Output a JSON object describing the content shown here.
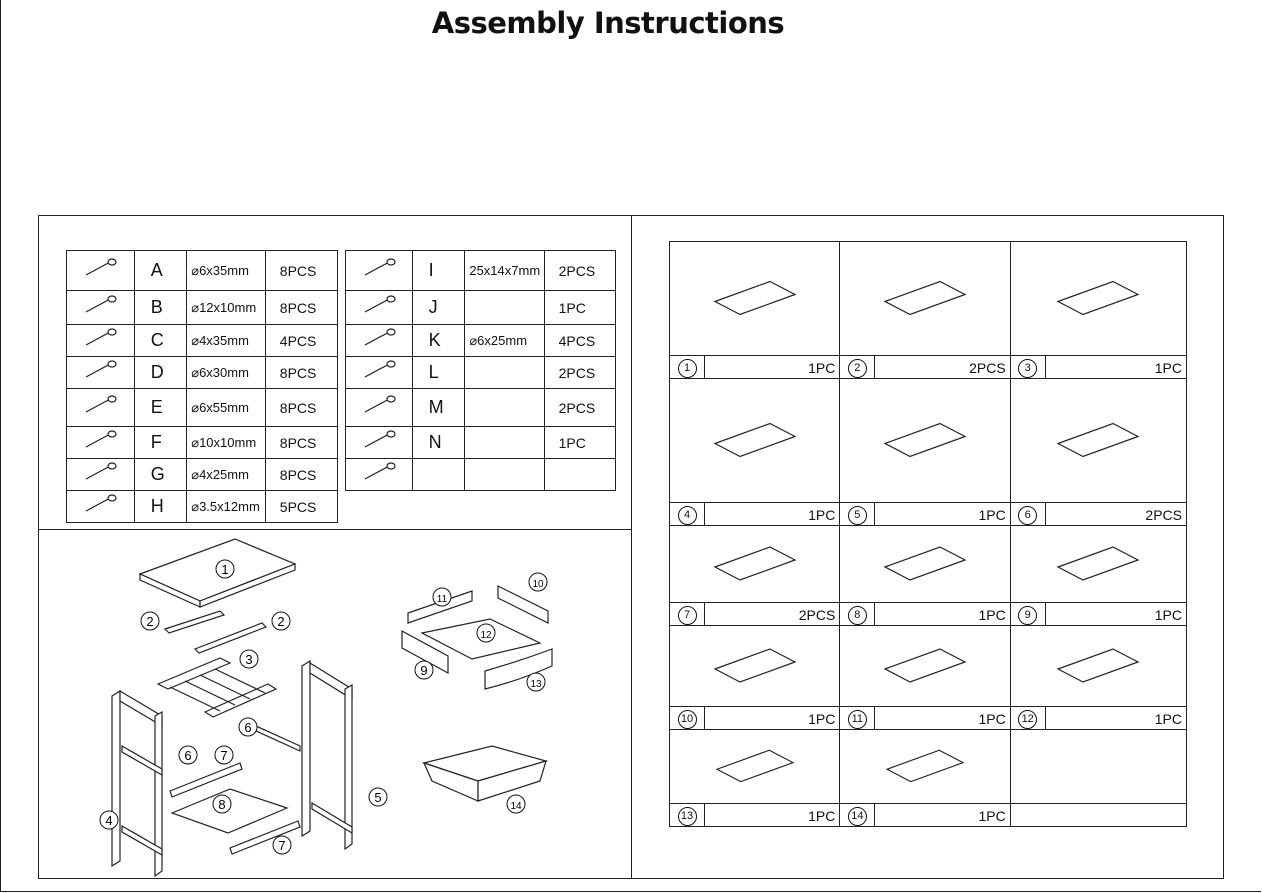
{
  "title": "Assembly Instructions",
  "hardware_left": [
    {
      "icon": "cam-bolt-icon",
      "letter": "A",
      "size": "⌀6x35mm",
      "qty": "8PCS"
    },
    {
      "icon": "cam-lock-icon",
      "letter": "B",
      "size": "⌀12x10mm",
      "qty": "8PCS"
    },
    {
      "icon": "screw-icon",
      "letter": "C",
      "size": "⌀4x35mm",
      "qty": "4PCS"
    },
    {
      "icon": "wood-dowel-icon",
      "letter": "D",
      "size": "⌀6x30mm",
      "qty": "8PCS"
    },
    {
      "icon": "long-screw-icon",
      "letter": "E",
      "size": "⌀6x55mm",
      "qty": "8PCS"
    },
    {
      "icon": "barrel-nut-icon",
      "letter": "F",
      "size": "⌀10x10mm",
      "qty": "8PCS"
    },
    {
      "icon": "short-screw-icon",
      "letter": "G",
      "size": "⌀4x25mm",
      "qty": "8PCS"
    },
    {
      "icon": "small-screw-icon",
      "letter": "H",
      "size": "⌀3.5x12mm",
      "qty": "5PCS"
    }
  ],
  "hardware_right": [
    {
      "icon": "rail-icon",
      "letter": "I",
      "size": "25x14x7mm",
      "qty": "2PCS"
    },
    {
      "icon": "allen-key-icon",
      "letter": "J",
      "size": "",
      "qty": "1PC"
    },
    {
      "icon": "bolt-nut-icon",
      "letter": "K",
      "size": "⌀6x25mm",
      "qty": "4PCS"
    },
    {
      "icon": "caster-lock-icon",
      "letter": "L",
      "size": "",
      "qty": "2PCS"
    },
    {
      "icon": "caster-icon",
      "letter": "M",
      "size": "",
      "qty": "2PCS"
    },
    {
      "icon": "handle-icon",
      "letter": "N",
      "size": "",
      "qty": "1PC"
    },
    {
      "icon": "ring-icon",
      "letter": "",
      "size": "",
      "qty": ""
    }
  ],
  "parts": [
    {
      "num": "1",
      "qty": "1PC",
      "icon": "top-panel-icon"
    },
    {
      "num": "2",
      "qty": "2PCS",
      "icon": "short-rail-icon"
    },
    {
      "num": "3",
      "qty": "1PC",
      "icon": "shelf-frame-icon"
    },
    {
      "num": "4",
      "qty": "1PC",
      "icon": "side-frame-left-icon"
    },
    {
      "num": "5",
      "qty": "1PC",
      "icon": "side-frame-right-icon"
    },
    {
      "num": "6",
      "qty": "2PCS",
      "icon": "rail-bar-icon"
    },
    {
      "num": "7",
      "qty": "2PCS",
      "icon": "rail-bar-icon"
    },
    {
      "num": "8",
      "qty": "1PC",
      "icon": "bottom-board-icon"
    },
    {
      "num": "9",
      "qty": "1PC",
      "icon": "drawer-back-icon"
    },
    {
      "num": "10",
      "qty": "1PC",
      "icon": "drawer-side-icon"
    },
    {
      "num": "11",
      "qty": "1PC",
      "icon": "drawer-side-icon"
    },
    {
      "num": "12",
      "qty": "1PC",
      "icon": "drawer-bottom-icon"
    },
    {
      "num": "13",
      "qty": "1PC",
      "icon": "drawer-front-icon"
    },
    {
      "num": "14",
      "qty": "1PC",
      "icon": "wire-basket-icon"
    }
  ],
  "exploded_labels": [
    "1",
    "2",
    "2",
    "3",
    "4",
    "5",
    "6",
    "6",
    "7",
    "7",
    "8",
    "9",
    "10",
    "11",
    "12",
    "13",
    "14"
  ]
}
